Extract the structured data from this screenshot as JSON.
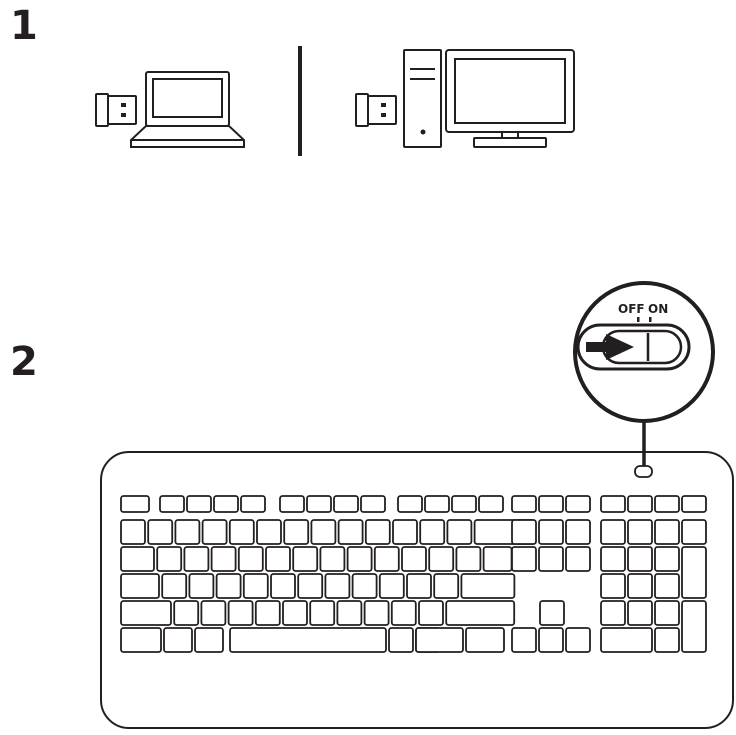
{
  "steps": [
    {
      "number": "1"
    },
    {
      "number": "2"
    }
  ],
  "switch": {
    "off_label": "OFF",
    "on_label": "ON"
  },
  "icons": {
    "usb_receiver": "usb-receiver-icon",
    "laptop": "laptop-icon",
    "desktop_tower": "desktop-tower-icon",
    "monitor": "monitor-icon",
    "keyboard": "keyboard-icon",
    "power_switch": "power-switch-icon",
    "arrow": "arrow-right-icon"
  },
  "colors": {
    "line": "#231f20",
    "background": "#ffffff"
  }
}
